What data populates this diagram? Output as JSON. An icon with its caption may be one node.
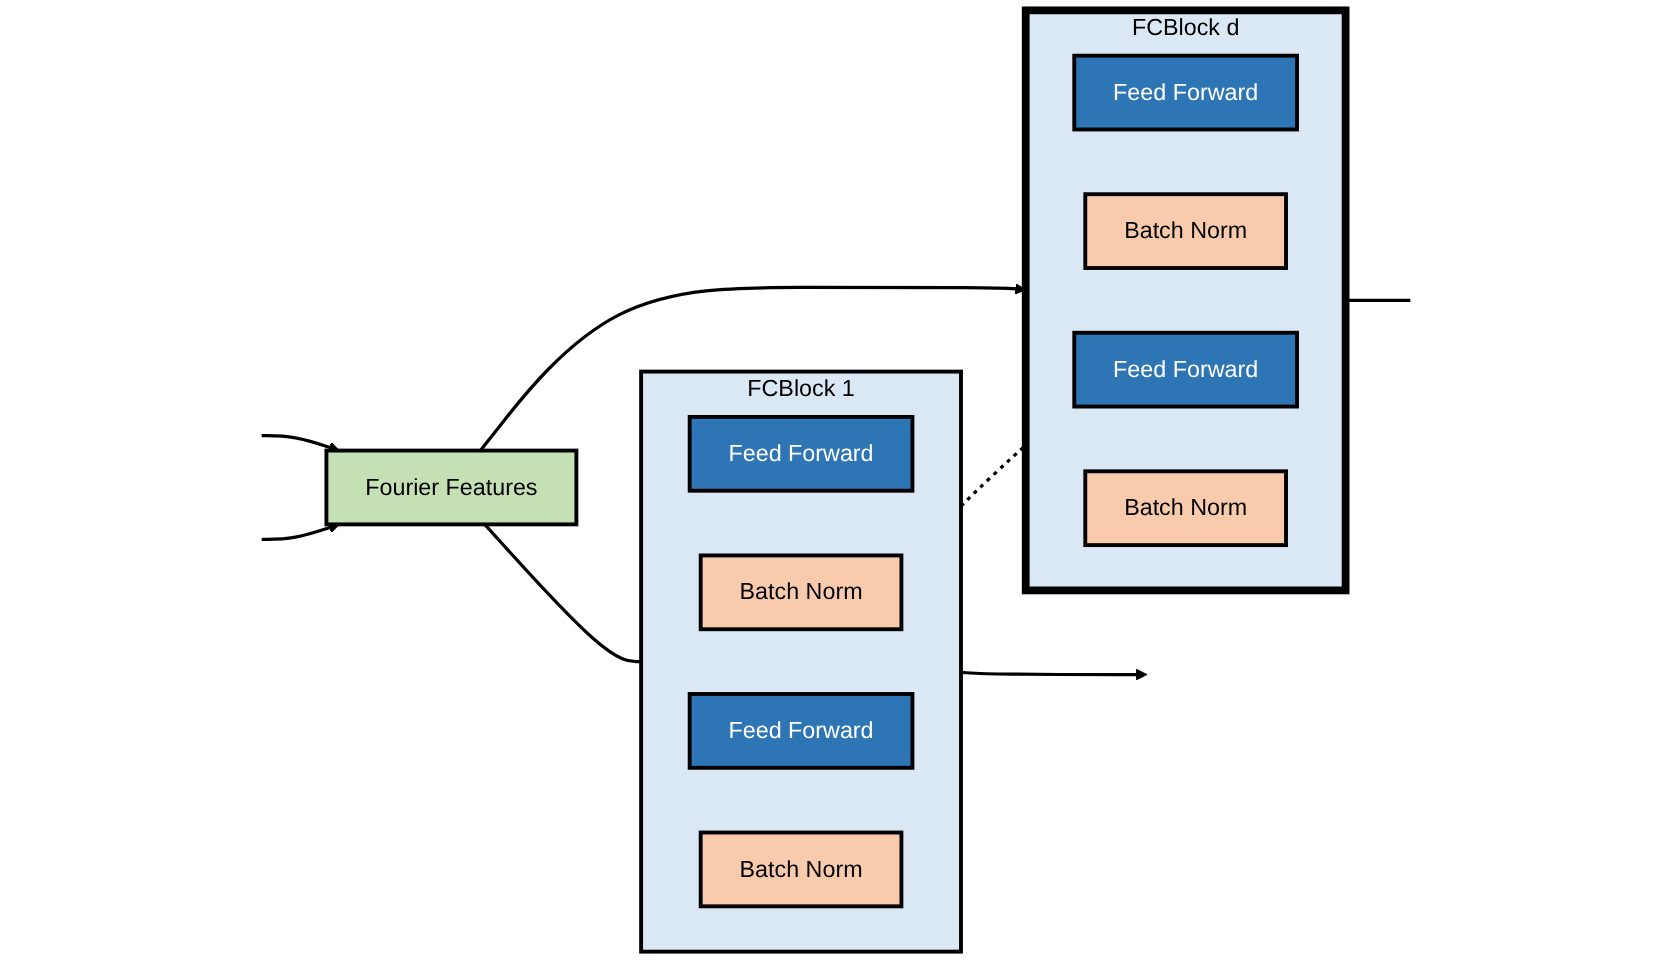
{
  "diagram": {
    "nodes": [
      {
        "text": [
          "Fourier Features"
        ]
      },
      {
        "text": [
          "FCBlock 1"
        ]
      },
      {
        "text": [
          "Feed Forward"
        ],
        "in": 1
      },
      {
        "text": [
          "Batch Norm"
        ],
        "in": 1
      },
      {
        "text": [
          "Feed Forward"
        ],
        "in": 1
      },
      {
        "text": [
          "Batch Norm"
        ],
        "in": 1
      },
      {
        "text": [
          "FCBlock d"
        ]
      },
      {
        "text": [
          "Feed Forward"
        ],
        "in": 6
      },
      {
        "text": [
          "Batch Norm"
        ],
        "in": 6
      },
      {
        "text": [
          "Feed Forward"
        ],
        "in": 6
      },
      {
        "text": [
          "Batch Norm"
        ],
        "in": 6
      }
    ],
    "edges": [
      {
        "from": null,
        "to": 0,
        "arrow": "to"
      },
      {
        "from": null,
        "to": 0,
        "arrow": "to"
      },
      {
        "from": 0,
        "to": 1,
        "arrow": "none"
      },
      {
        "from": 0,
        "to": 6,
        "arrow": "to"
      },
      {
        "from": 1,
        "to": 6,
        "arrow": "none",
        "style": "dashed"
      },
      {
        "from": 1,
        "to": null,
        "arrow": "to"
      },
      {
        "from": 6,
        "to": null,
        "arrow": "none"
      }
    ]
  }
}
